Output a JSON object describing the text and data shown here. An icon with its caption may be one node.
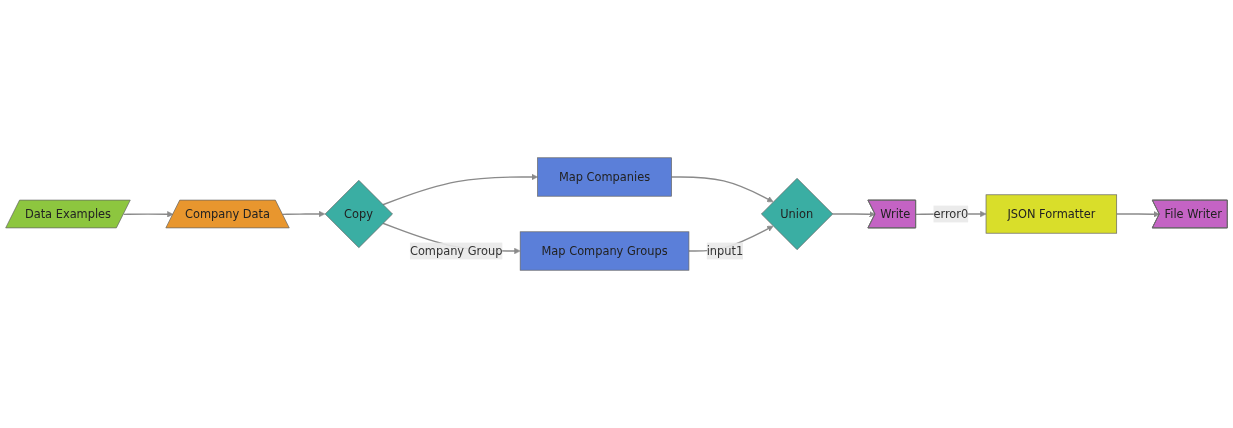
{
  "diagram": {
    "nodes": [
      {
        "text": [
          "Data Examples"
        ]
      },
      {
        "text": [
          "Company Data"
        ]
      },
      {
        "text": [
          "Copy"
        ]
      },
      {
        "text": [
          "Map Companies"
        ]
      },
      {
        "text": [
          "Union"
        ]
      },
      {
        "text": [
          "Write"
        ]
      },
      {
        "text": [
          "JSON Formatter"
        ]
      },
      {
        "text": [
          "File Writer"
        ]
      },
      {
        "text": [
          "Map Company Groups"
        ]
      }
    ],
    "edges": [
      {
        "from": 0,
        "to": 1,
        "arrow": "to"
      },
      {
        "from": 1,
        "to": 2,
        "arrow": "to"
      },
      {
        "from": 2,
        "to": 3,
        "arrow": "to"
      },
      {
        "from": 3,
        "to": 4,
        "arrow": "to"
      },
      {
        "from": 4,
        "to": 5,
        "arrow": "to"
      },
      {
        "from": 5,
        "to": 6,
        "arrow": "to",
        "label": "error0"
      },
      {
        "from": 6,
        "to": 7,
        "arrow": "to"
      },
      {
        "from": 2,
        "to": 8,
        "arrow": "to",
        "label": "Company Group"
      },
      {
        "from": 8,
        "to": 4,
        "arrow": "to",
        "label": "input1"
      }
    ]
  }
}
